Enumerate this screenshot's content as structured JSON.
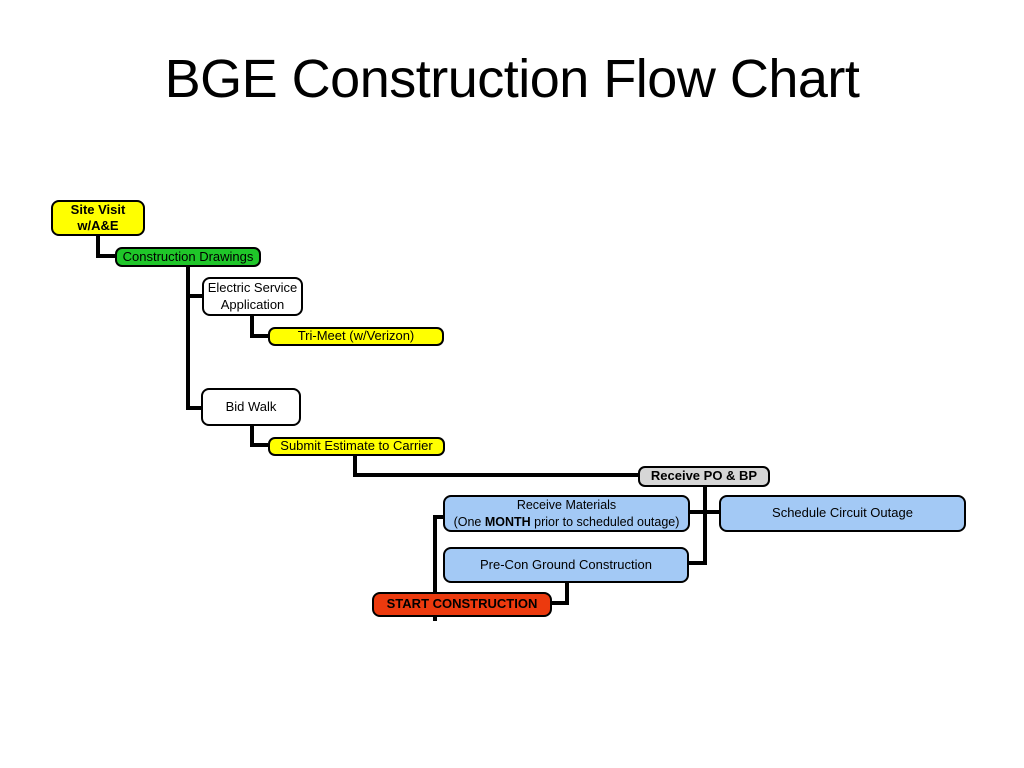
{
  "slide": {
    "title": "BGE Construction Flow Chart",
    "background": "#FFFFFF"
  },
  "colors": {
    "node_border": "#000000",
    "connector": "#000000",
    "text": "#000000",
    "yellow": "#FFFF00",
    "green": "#1FC629",
    "white": "#FFFFFF",
    "gray": "#D6D6D6",
    "blue": "#A3C9F5",
    "red": "#EC3A0E"
  },
  "nodes": {
    "site_visit": {
      "line1": "Site Visit",
      "line2": "w/A&E",
      "fill": "#FFFF00"
    },
    "construction_drawings": {
      "label": "Construction Drawings",
      "fill": "#1FC629"
    },
    "electric_service": {
      "line1": "Electric Service",
      "line2": "Application",
      "fill": "#FFFFFF"
    },
    "tri_meet": {
      "label": "Tri-Meet (w/Verizon)",
      "fill": "#FFFF00"
    },
    "bid_walk": {
      "label": "Bid Walk",
      "fill": "#FFFFFF"
    },
    "submit_estimate": {
      "label": "Submit Estimate to Carrier",
      "fill": "#FFFF00"
    },
    "receive_po": {
      "label": "Receive PO & BP",
      "fill": "#D6D6D6"
    },
    "receive_materials": {
      "line1": "Receive Materials",
      "line2_prefix": "(One ",
      "line2_bold": "MONTH",
      "line2_suffix": " prior to scheduled outage)",
      "fill": "#A3C9F5"
    },
    "schedule_circuit_outage": {
      "label": "Schedule Circuit Outage",
      "fill": "#A3C9F5"
    },
    "pre_con_ground_construction": {
      "label": "Pre-Con Ground Construction",
      "fill": "#A3C9F5"
    },
    "start_construction": {
      "label": "START CONSTRUCTION",
      "fill": "#EC3A0E"
    }
  },
  "edges": [
    {
      "from": "site_visit",
      "to": "construction_drawings"
    },
    {
      "from": "construction_drawings",
      "to": "electric_service"
    },
    {
      "from": "electric_service",
      "to": "tri_meet"
    },
    {
      "from": "construction_drawings",
      "to": "bid_walk"
    },
    {
      "from": "bid_walk",
      "to": "submit_estimate"
    },
    {
      "from": "submit_estimate",
      "to": "receive_po"
    },
    {
      "from": "receive_po",
      "to": "receive_materials"
    },
    {
      "from": "receive_po",
      "to": "schedule_circuit_outage"
    },
    {
      "from": "receive_po",
      "to": "pre_con_ground_construction"
    },
    {
      "from": "receive_materials",
      "to": "start_construction"
    },
    {
      "from": "pre_con_ground_construction",
      "to": "start_construction"
    }
  ]
}
